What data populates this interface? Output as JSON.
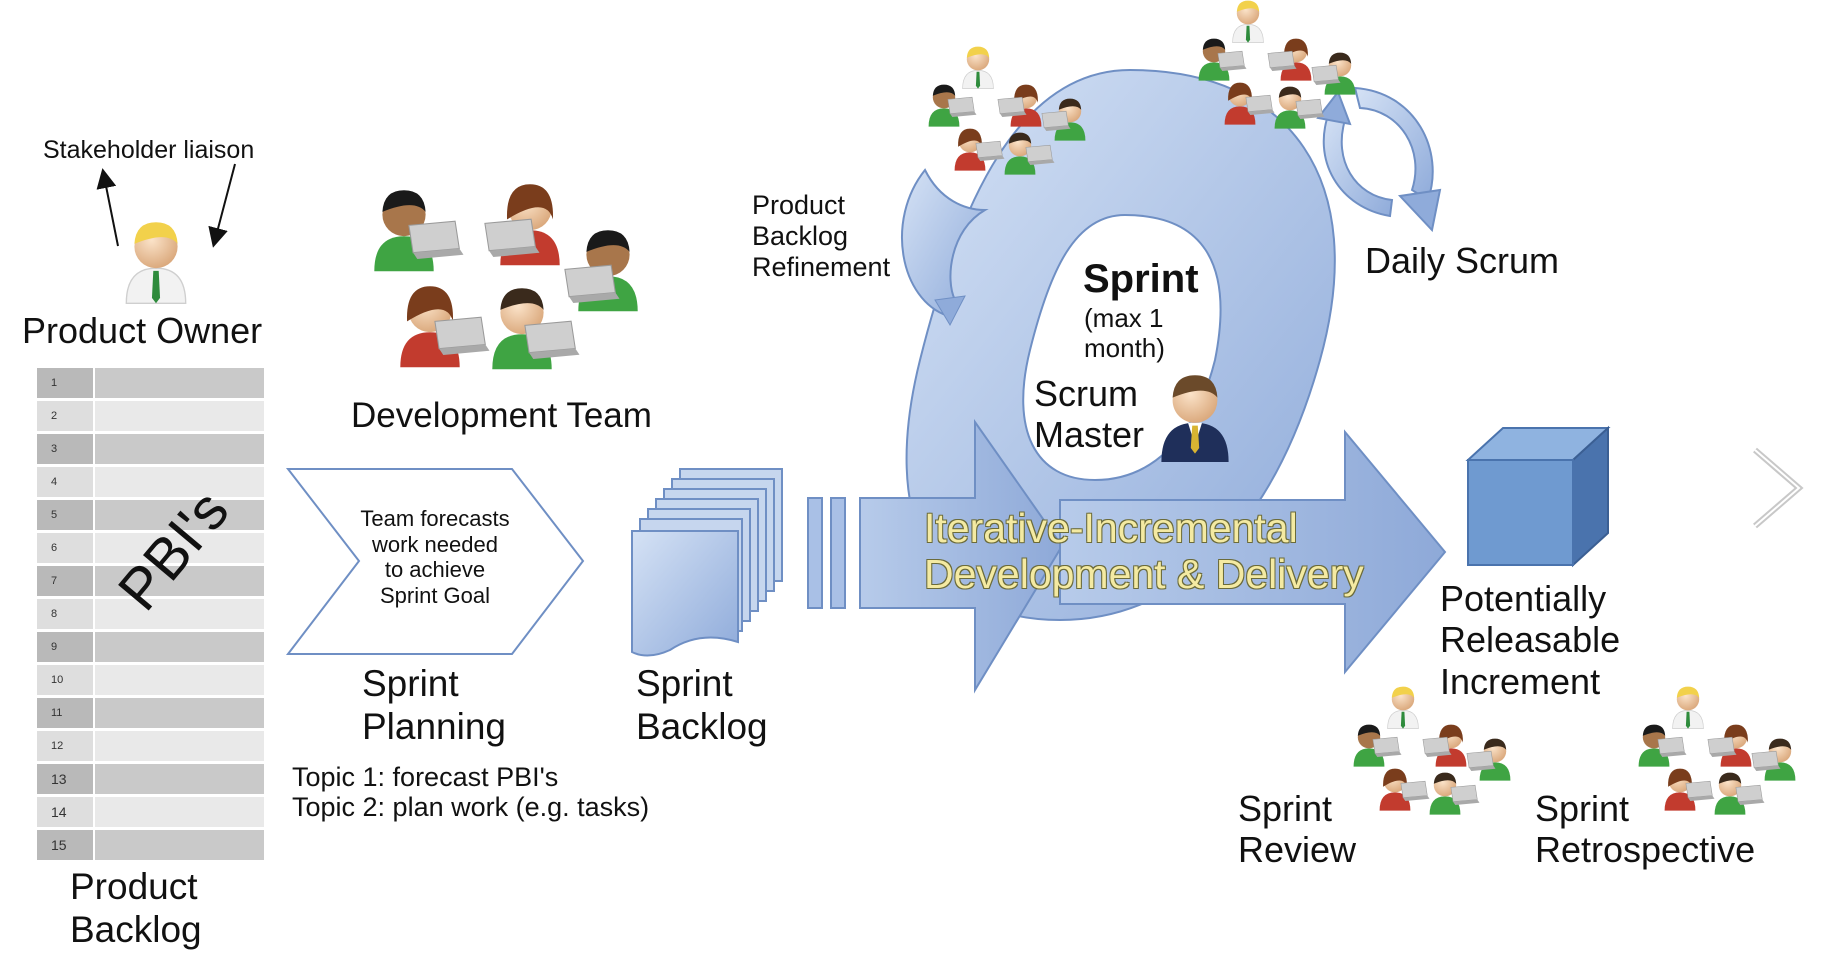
{
  "labels": {
    "stakeholder": "Stakeholder liaison",
    "product_owner": "Product Owner",
    "pbis": "PBI's",
    "product_backlog": [
      "Product",
      "Backlog"
    ],
    "development_team": "Development Team",
    "planning_box": [
      "Team forecasts",
      "work needed",
      "to achieve",
      "Sprint Goal"
    ],
    "sprint_planning": [
      "Sprint",
      "Planning"
    ],
    "topics": [
      "Topic 1: forecast PBI's",
      "Topic 2: plan work (e.g. tasks)"
    ],
    "sprint_backlog": [
      "Sprint",
      "Backlog"
    ],
    "refinement": [
      "Product",
      "Backlog",
      "Refinement"
    ],
    "sprint": "Sprint",
    "sprint_duration": [
      "(max 1",
      "month)"
    ],
    "scrum_master": [
      "Scrum",
      "Master"
    ],
    "daily_scrum": "Daily Scrum",
    "iterative": [
      "Iterative-Incremental",
      "Development & Delivery"
    ],
    "increment": [
      "Potentially",
      "Releasable",
      "Increment"
    ],
    "sprint_review": [
      "Sprint",
      "Review"
    ],
    "sprint_retrospective": [
      "Sprint",
      "Retrospective"
    ]
  },
  "backlog_rows": [
    "1",
    "2",
    "3",
    "4",
    "5",
    "6",
    "7",
    "8",
    "9",
    "10",
    "11",
    "12",
    "13",
    "14",
    "15"
  ],
  "icons": {
    "person": "person-icon",
    "laptop": "laptop-icon",
    "cycle": "cycle-arrow-icon",
    "cube": "cube-icon",
    "next": "chevron-right-icon"
  },
  "colors": {
    "flow_fill": "#a9c0e6",
    "flow_stroke": "#6f8fc4",
    "cube_front": "#6f9ad0",
    "cube_side": "#4a73ad",
    "cube_top": "#8fb3e0",
    "iterative_text": "#f4eaa2",
    "green_shirt": "#3fa443",
    "red_shirt": "#c23b2e",
    "row_dark": "#b9b9b9",
    "row_light": "#dedede"
  }
}
